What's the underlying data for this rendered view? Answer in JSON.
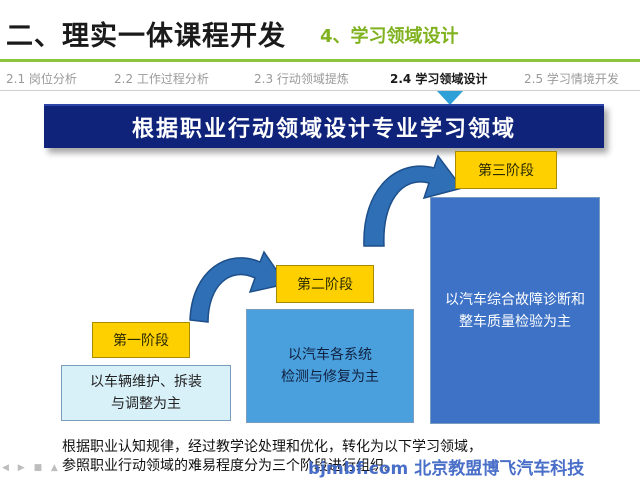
{
  "header": {
    "title": "二、理实一体课程开发",
    "subtitle": "4、学习领域设计"
  },
  "tabs": [
    {
      "label": "2.1 岗位分析",
      "active": false
    },
    {
      "label": "2.2 工作过程分析",
      "active": false
    },
    {
      "label": "2.3 行动领域提炼",
      "active": false
    },
    {
      "label": "2.4 学习领域设计",
      "active": true
    },
    {
      "label": "2.5 学习情境开发",
      "active": false
    }
  ],
  "banner": {
    "text": "根据职业行动领域设计专业学习领域"
  },
  "stages": [
    {
      "label": "第一阶段",
      "line1": "以车辆维护、拆装",
      "line2": "与调整为主"
    },
    {
      "label": "第二阶段",
      "line1": "以汽车各系统",
      "line2": "检测与修复为主"
    },
    {
      "label": "第三阶段",
      "line1": "以汽车综合故障诊断和",
      "line2": "整车质量检验为主"
    }
  ],
  "caption": {
    "line1": "根据职业认知规律，经过教学论处理和优化，转化为以下学习领域，",
    "line2": "参照职业行动领域的难易程度分为三个阶段进行组织。"
  },
  "watermark": {
    "text": "bjmbf.com 北京教盟博飞汽车科技"
  },
  "colors": {
    "accent_green": "#8cc63f",
    "banner_navy": "#10237a",
    "stage_yellow": "#ffd000",
    "block_light": "#d8f0f8",
    "block_mid": "#4aa0dc",
    "block_dark": "#3d72c6",
    "marker_blue": "#2f9fd8"
  }
}
